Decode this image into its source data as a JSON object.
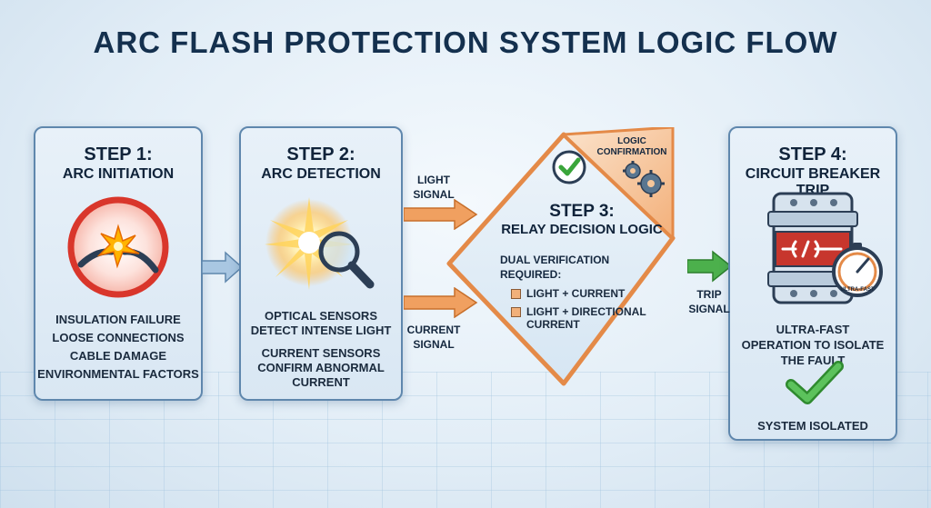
{
  "title": "ARC FLASH PROTECTION SYSTEM LOGIC FLOW",
  "step1": {
    "label": "STEP 1:",
    "name": "ARC INITIATION",
    "causes": [
      "INSULATION FAILURE",
      "LOOSE CONNECTIONS",
      "CABLE DAMAGE",
      "ENVIRONMENTAL FACTORS"
    ]
  },
  "step2": {
    "label": "STEP 2:",
    "name": "ARC DETECTION",
    "optical": "OPTICAL SENSORS DETECT INTENSE LIGHT",
    "current": "CURRENT SENSORS CONFIRM ABNORMAL CURRENT"
  },
  "signals": {
    "light": "LIGHT SIGNAL",
    "current": "CURRENT SIGNAL",
    "trip": "TRIP SIGNAL"
  },
  "step3": {
    "label": "STEP 3:",
    "name": "RELAY DECISION LOGIC",
    "logic_confirmation": "LOGIC CONFIRMATION",
    "requirement": "DUAL VERIFICATION REQUIRED:",
    "options": [
      "LIGHT + CURRENT",
      "LIGHT + DIRECTIONAL CURRENT"
    ]
  },
  "step4": {
    "label": "STEP 4:",
    "name": "CIRCUIT BREAKER TRIP",
    "stopwatch": "ULTRA-FAST",
    "operation": "ULTRA-FAST OPERATION TO ISOLATE THE FAULT",
    "status": "SYSTEM ISOLATED"
  },
  "colors": {
    "card_border": "#5f87ad",
    "signal_arrow": "#f0a060",
    "trip_arrow": "#4cb04c",
    "flow_arrow": "#8fb2d3",
    "danger_ring": "#d9362b"
  }
}
